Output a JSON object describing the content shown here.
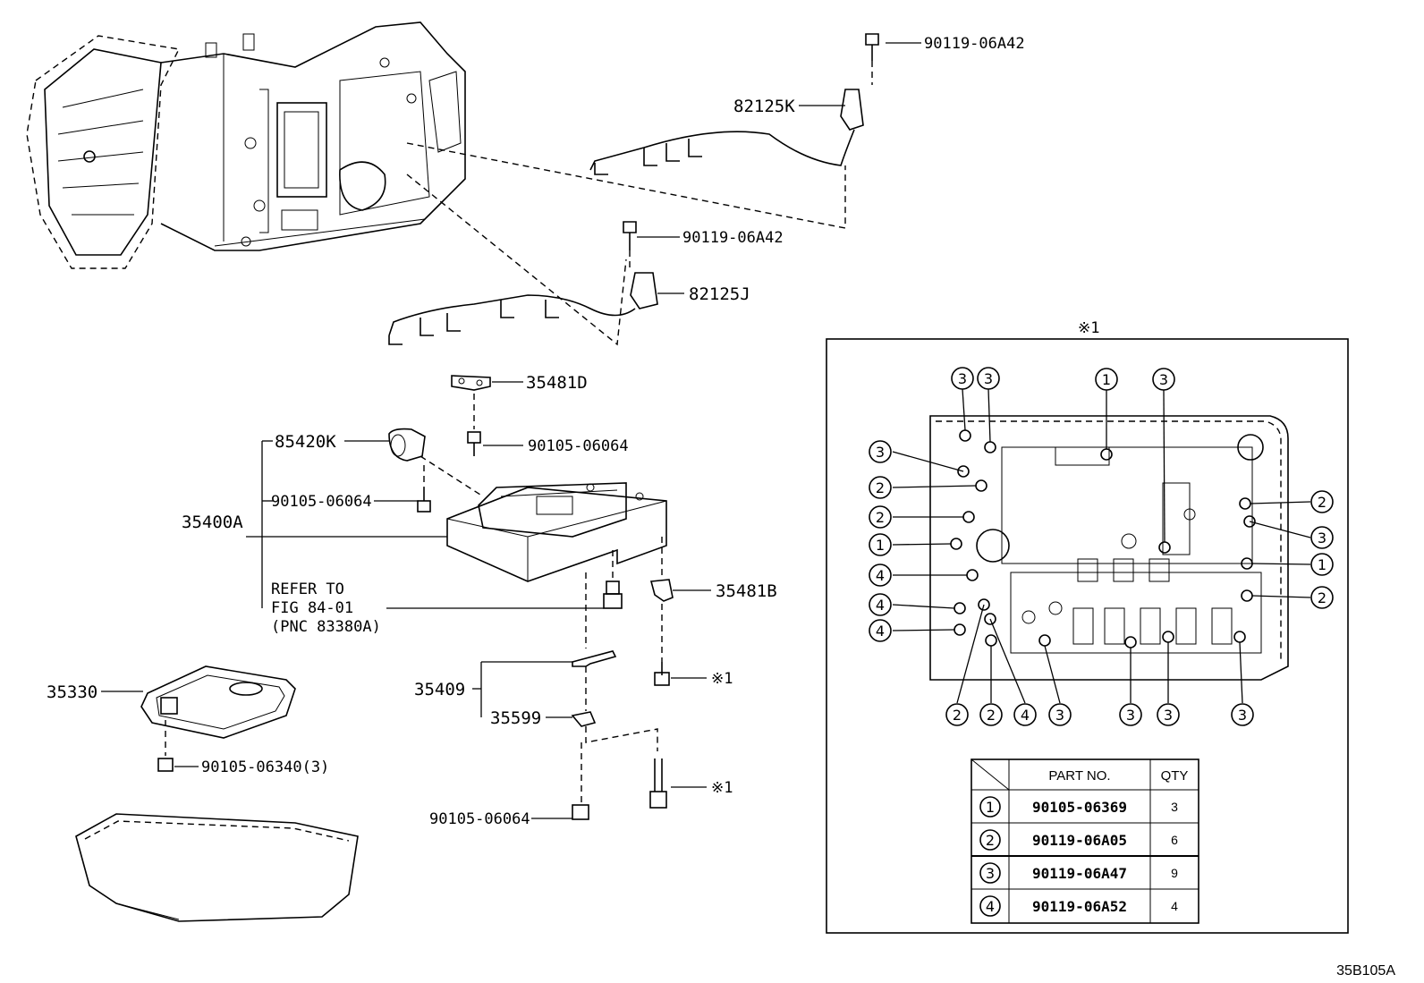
{
  "diagram_code": "35B105A",
  "note_mark": "※1",
  "labels": {
    "p90119_06A42_top": "90119-06A42",
    "p82125K": "82125K",
    "p90119_06A42_mid": "90119-06A42",
    "p82125J": "82125J",
    "p35481D": "35481D",
    "p90105_06064_a": "90105-06064",
    "p85420K": "85420K",
    "p90105_06064_b": "90105-06064",
    "p35400A": "35400A",
    "refer_1": "REFER TO",
    "refer_2": "FIG 84-01",
    "refer_3": "(PNC 83380A)",
    "p35481B": "35481B",
    "mark_1": "※1",
    "p35409": "35409",
    "p35599": "35599",
    "p35330": "35330",
    "p90105_06340": "90105-06340(3)",
    "mark_2": "※1",
    "p90105_06064_c": "90105-06064"
  },
  "inset": {
    "title": "※1",
    "callouts_top": [
      "3",
      "3",
      "1",
      "3"
    ],
    "callouts_left": [
      "3",
      "2",
      "2",
      "1",
      "4",
      "4",
      "4"
    ],
    "callouts_right": [
      "2",
      "3",
      "1",
      "2"
    ],
    "callouts_bottom": [
      "2",
      "2",
      "4",
      "3",
      "3",
      "3",
      "3"
    ]
  },
  "table": {
    "header_part": "PART NO.",
    "header_qty": "QTY",
    "rows": [
      {
        "key": "1",
        "part_no": "90105-06369",
        "qty": "3"
      },
      {
        "key": "2",
        "part_no": "90119-06A05",
        "qty": "6"
      },
      {
        "key": "3",
        "part_no": "90119-06A47",
        "qty": "9"
      },
      {
        "key": "4",
        "part_no": "90119-06A52",
        "qty": "4"
      }
    ]
  }
}
